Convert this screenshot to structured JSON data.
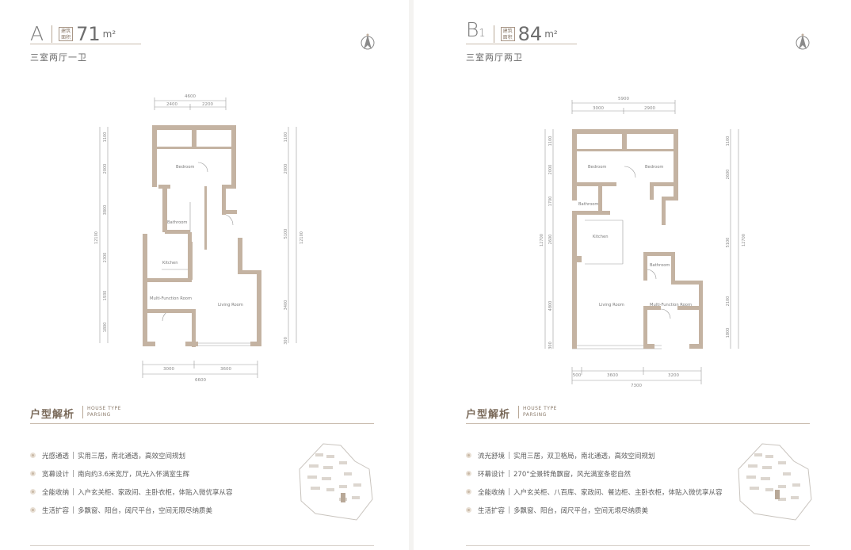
{
  "plan_a": {
    "letter": "A",
    "badge_text": "建筑面积",
    "area_num": "71",
    "area_unit": "m²",
    "subtitle": "三室两厅一卫",
    "dims_top": [
      "4600",
      "2400",
      "2200"
    ],
    "dims_bottom": [
      "3000",
      "3600",
      "6600"
    ],
    "dims_left": [
      "1100",
      "2000",
      "3800",
      "2300",
      "1930",
      "1800",
      "12100"
    ],
    "dims_right": [
      "1100",
      "2000",
      "5100",
      "3400",
      "300",
      "12100"
    ],
    "rooms": [
      "Bedroom",
      "Bathroom",
      "Kitchen",
      "Multi-Function Room",
      "Living Room"
    ],
    "section_title": "户型解析",
    "section_en_1": "HOUSE TYPE",
    "section_en_2": "PARSING",
    "features": [
      {
        "k": "光感通透",
        "v": "实用三居，南北通透，高效空间规划"
      },
      {
        "k": "宽幕设计",
        "v": "南向约3.6米宽厅，风光入怀满室生辉"
      },
      {
        "k": "全能收纳",
        "v": "入户玄关柜、家政间、主卧衣柜，体贴入微优享从容"
      },
      {
        "k": "生活扩容",
        "v": "多飘窗、阳台，阔尺平台，空间无限尽纳质美"
      }
    ]
  },
  "plan_b": {
    "letter": "B",
    "letter_sub": "1",
    "badge_text": "建筑面积",
    "area_num": "84",
    "area_unit": "m²",
    "subtitle": "三室两厅两卫",
    "dims_top": [
      "5900",
      "3000",
      "2900"
    ],
    "dims_bottom": [
      "500",
      "3600",
      "3200",
      "7300"
    ],
    "dims_left": [
      "1100",
      "2000",
      "1700",
      "2600",
      "4800",
      "300",
      "12700"
    ],
    "dims_right": [
      "1100",
      "2600",
      "5100",
      "2100",
      "1800",
      "12700"
    ],
    "rooms": [
      "Bedroom",
      "Bedroom",
      "Bathroom",
      "Kitchen",
      "Bathroom",
      "Living Room",
      "Multi-Function Room"
    ],
    "section_title": "户型解析",
    "section_en_1": "HOUSE TYPE",
    "section_en_2": "PARSING",
    "features": [
      {
        "k": "流光舒境",
        "v": "实用三居，双卫格局，南北通透，高效空间规划"
      },
      {
        "k": "环幕设计",
        "v": "270°全景转角飘窗，风光满室条密自然"
      },
      {
        "k": "全能收纳",
        "v": "入户玄关柜、八百库、家政间、餐边柜、主卧衣柜，体贴入微优享从容"
      },
      {
        "k": "生活扩容",
        "v": "多飘窗、阳台，阔尺平台，空间无垠尽纳质美"
      }
    ]
  },
  "colors": {
    "wall": "#c4b3a2",
    "accent": "#b8a897",
    "text": "#6a6a6a"
  }
}
